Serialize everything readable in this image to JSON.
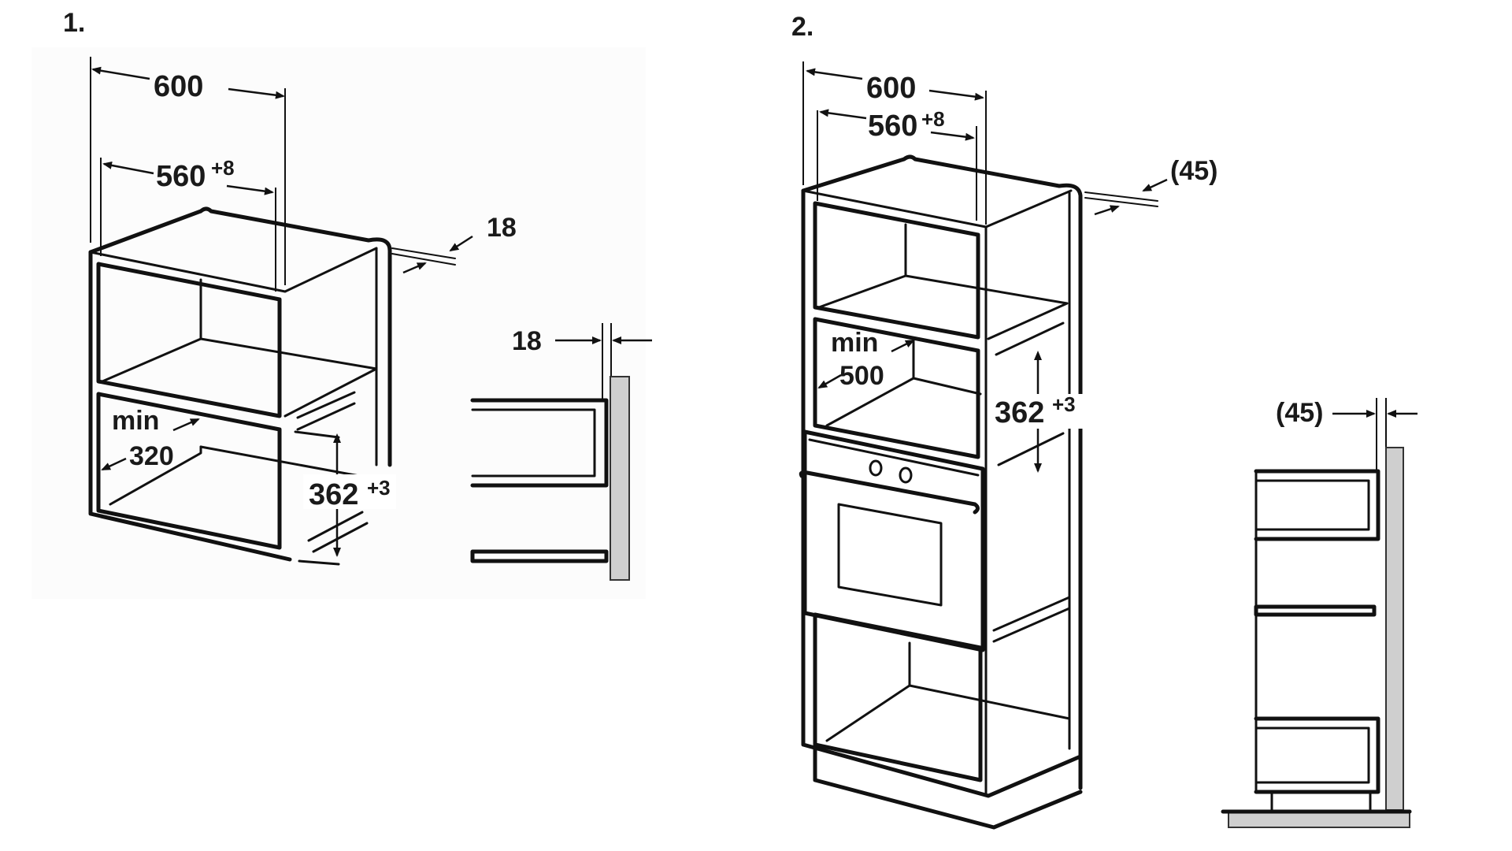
{
  "figure1": {
    "step": "1.",
    "width_outer": "600",
    "width_inner": "560",
    "width_inner_tol": "+8",
    "side_thickness": "18",
    "depth_min_word": "min",
    "depth_min_value": "320",
    "height_value": "362",
    "height_tol": "+3",
    "panel_thickness": "18"
  },
  "figure2": {
    "step": "2.",
    "width_outer": "600",
    "width_inner": "560",
    "width_inner_tol": "+8",
    "side_thickness": "(45)",
    "depth_min_word": "min",
    "depth_min_value": "500",
    "height_value": "362",
    "height_tol": "+3",
    "panel_thickness": "(45)"
  }
}
